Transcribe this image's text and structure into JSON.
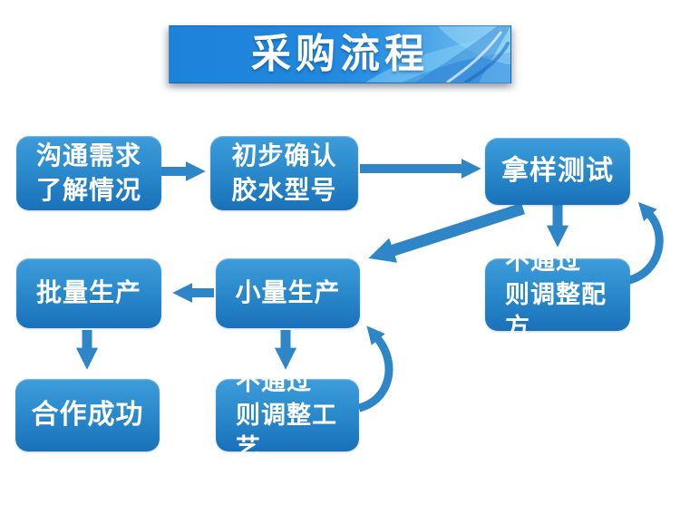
{
  "header": {
    "title": "采购流程"
  },
  "colors": {
    "banner_blue": "#2288de",
    "banner_water_light": "#7ec7f1",
    "box_gradient_top": "#3e9cda",
    "box_gradient_bottom": "#1a71ba",
    "arrow_blue": "#2e86c7",
    "text_white": "#ffffff"
  },
  "flow": {
    "nodes": [
      {
        "id": "communicate",
        "label": "沟通需求\n了解情况"
      },
      {
        "id": "confirm-model",
        "label": "初步确认\n胶水型号"
      },
      {
        "id": "sample-test",
        "label": "拿样测试"
      },
      {
        "id": "batch-production",
        "label": "批量生产"
      },
      {
        "id": "small-production",
        "label": "小量生产"
      },
      {
        "id": "adjust-formula",
        "label": "不通过\n则调整配方"
      },
      {
        "id": "cooperation-success",
        "label": "合作成功"
      },
      {
        "id": "adjust-process",
        "label": "不通过\n则调整工艺"
      }
    ],
    "edges": [
      {
        "from": "communicate",
        "to": "confirm-model"
      },
      {
        "from": "confirm-model",
        "to": "sample-test"
      },
      {
        "from": "sample-test",
        "to": "adjust-formula"
      },
      {
        "from": "adjust-formula",
        "to": "sample-test"
      },
      {
        "from": "sample-test",
        "to": "small-production"
      },
      {
        "from": "small-production",
        "to": "batch-production"
      },
      {
        "from": "small-production",
        "to": "adjust-process"
      },
      {
        "from": "adjust-process",
        "to": "small-production"
      },
      {
        "from": "batch-production",
        "to": "cooperation-success"
      }
    ]
  }
}
